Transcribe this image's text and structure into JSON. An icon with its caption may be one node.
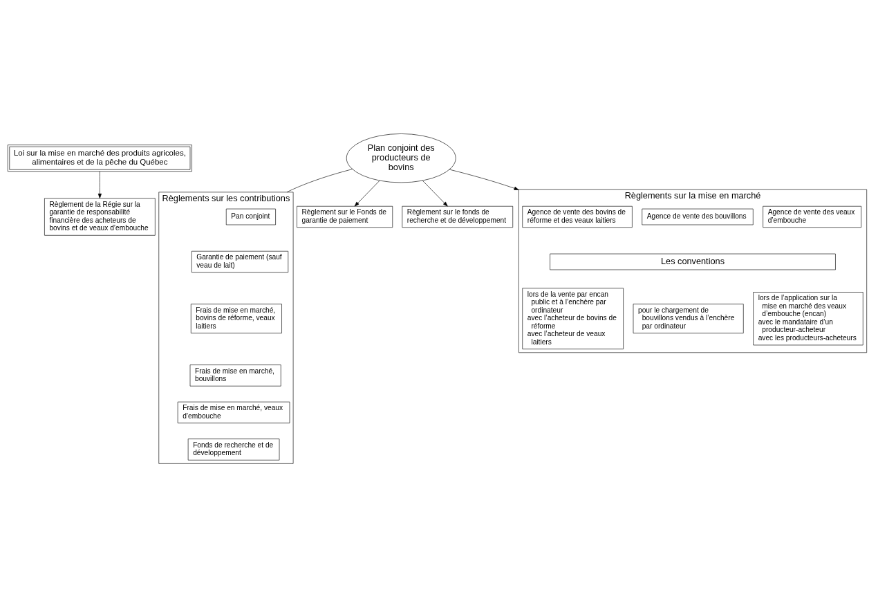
{
  "diagram": {
    "nodes": [
      {
        "text": [
          "Loi sur la mise en marché des produits agricoles, alimentaires et de la pêche du Québec"
        ]
      },
      {
        "text": [
          "Règlement de la Régie sur la garantie de responsabilité financière des acheteurs de bovins et de veaux d’embouche"
        ]
      },
      {
        "text": [
          "Plan conjoint des producteurs de bovins"
        ]
      },
      {
        "text": [
          "Règlements sur les contributions"
        ]
      },
      {
        "text": [
          "Pan conjoint"
        ],
        "in": 3
      },
      {
        "text": [
          "Garantie de paiement (sauf veau de lait)"
        ],
        "in": 3
      },
      {
        "text": [
          "Frais de mise en marché, bovins de réforme, veaux laitiers"
        ],
        "in": 3
      },
      {
        "text": [
          "Frais de mise en marché, bouvillons"
        ],
        "in": 3
      },
      {
        "text": [
          "Frais de mise en marché, veaux d’embouche"
        ],
        "in": 3
      },
      {
        "text": [
          "Fonds de recherche et de développement"
        ],
        "in": 3
      },
      {
        "text": [
          "Règlement sur le Fonds de garantie de paiement"
        ]
      },
      {
        "text": [
          "Règlement sur le fonds de recherche et de développement"
        ]
      },
      {
        "text": [
          "Règlements sur la mise en marché"
        ]
      },
      {
        "text": [
          "Agence de vente des bovins de réforme et des veaux laitiers"
        ],
        "in": 12
      },
      {
        "text": [
          "Agence de vente des bouvillons"
        ],
        "in": 12
      },
      {
        "text": [
          "Agence de vente des veaux d’embouche"
        ],
        "in": 12
      },
      {
        "text": [
          "Les conventions"
        ],
        "in": 12
      },
      {
        "text": [
          "lors de la vente par encan public et à l’enchère par ordinateur",
          "avec l’acheteur de bovins de réforme",
          "avec l’acheteur de veaux laitiers"
        ],
        "in": 12
      },
      {
        "text": [
          "pour le chargement de bouvillons vendus à l’enchère par ordinateur"
        ],
        "in": 12
      },
      {
        "text": [
          "lors de l’application sur la mise en marché des veaux d’embouche (encan)",
          "avec le mandataire d’un producteur-acheteur",
          "avec les producteurs-acheteurs"
        ],
        "in": 12
      }
    ],
    "edges": [
      {
        "from": 0,
        "to": 1,
        "arrow": "to"
      },
      {
        "from": 2,
        "to": 3,
        "arrow": "none"
      },
      {
        "from": 2,
        "to": 10,
        "arrow": "to"
      },
      {
        "from": 2,
        "to": 11,
        "arrow": "to"
      },
      {
        "from": 2,
        "to": 12,
        "arrow": "to"
      }
    ]
  }
}
